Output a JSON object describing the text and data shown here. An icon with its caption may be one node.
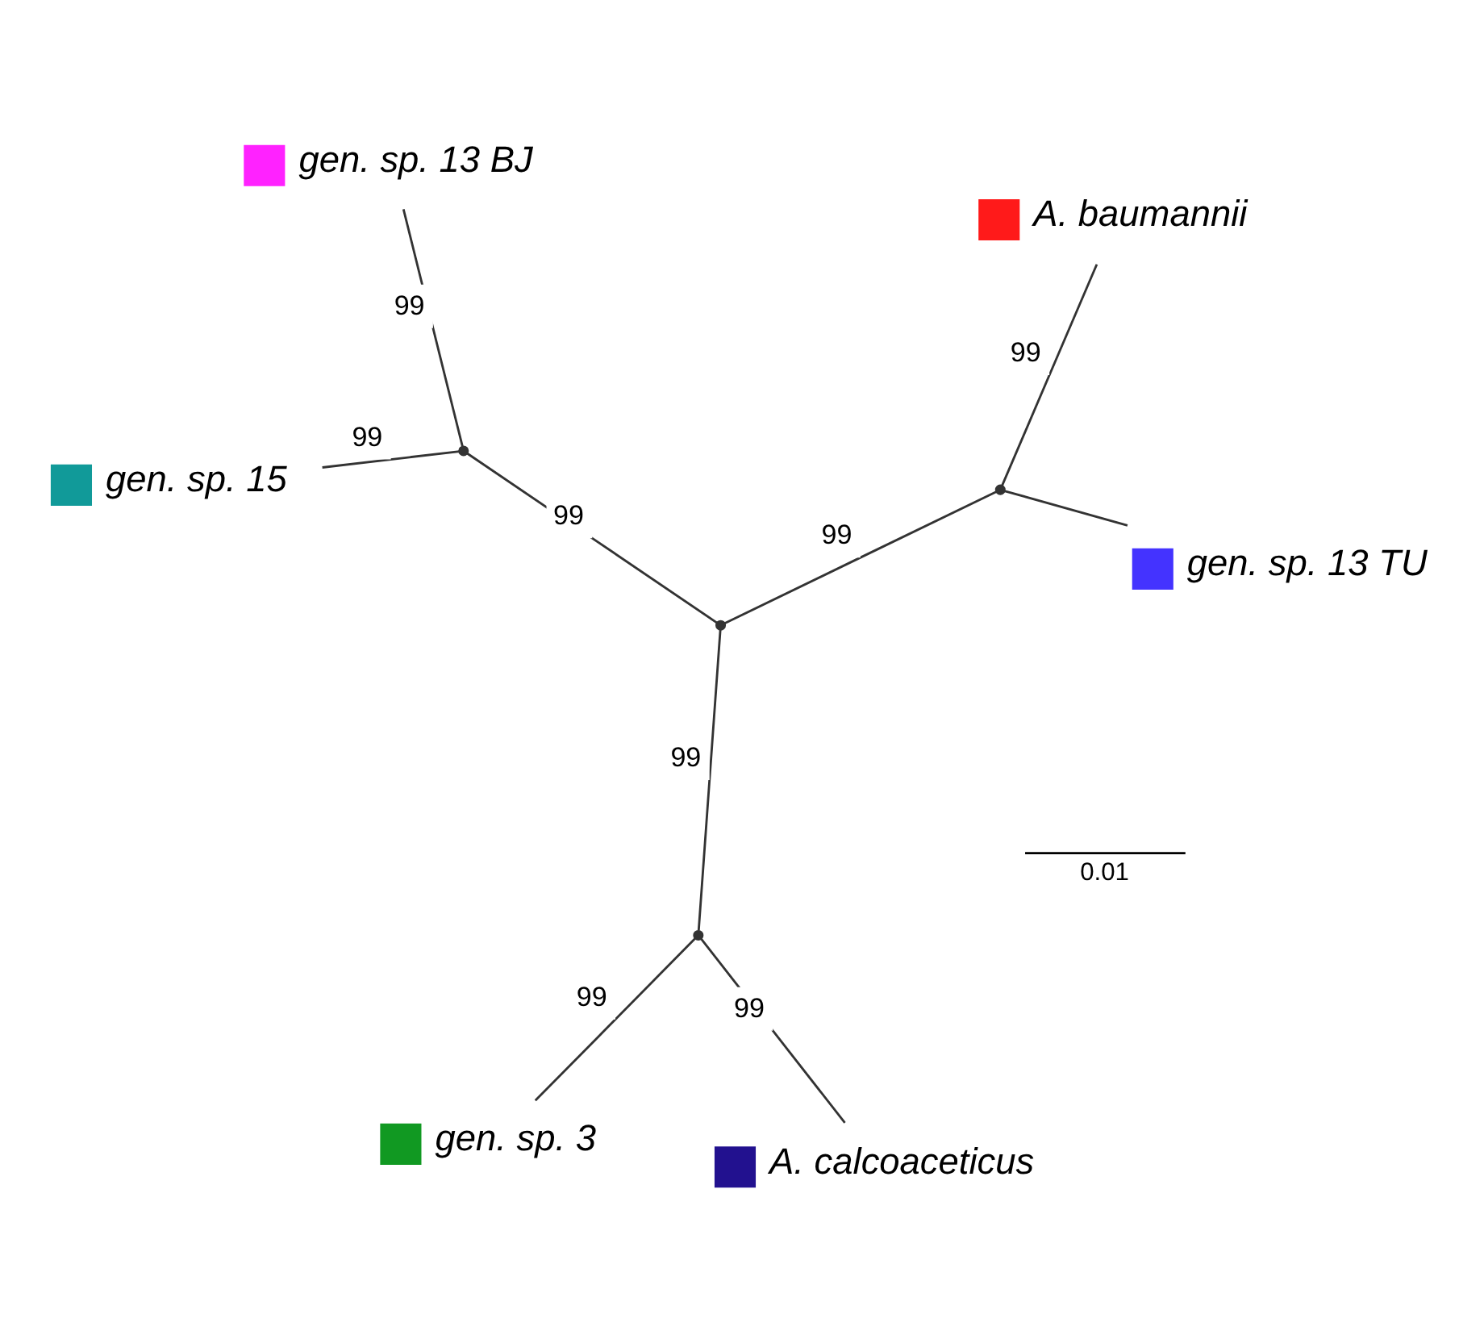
{
  "diagram": {
    "nodes": [
      {
        "text": [
          "A. baumannii"
        ]
      },
      {
        "text": [],
        "shape": "point"
      },
      {
        "text": [
          "gen. sp. 13 TU"
        ]
      },
      {
        "text": [],
        "shape": "point"
      },
      {
        "text": [],
        "shape": "point"
      },
      {
        "text": [
          "gen. sp. 3"
        ]
      },
      {
        "text": [
          "A. calcoaceticus"
        ]
      },
      {
        "text": [],
        "shape": "point"
      },
      {
        "text": [
          "gen. sp. 15"
        ]
      },
      {
        "text": [
          "gen. sp. 13 BJ"
        ]
      }
    ],
    "edges": [
      {
        "from": 1,
        "to": 0,
        "arrow": "none",
        "label": "99"
      },
      {
        "from": 1,
        "to": 2,
        "arrow": "none"
      },
      {
        "from": 3,
        "to": 1,
        "arrow": "none",
        "label": "99"
      },
      {
        "from": 3,
        "to": 4,
        "arrow": "none",
        "label": "99"
      },
      {
        "from": 4,
        "to": 5,
        "arrow": "none",
        "label": "99"
      },
      {
        "from": 4,
        "to": 6,
        "arrow": "none",
        "label": "99"
      },
      {
        "from": 3,
        "to": 7,
        "arrow": "none",
        "label": "99"
      },
      {
        "from": 7,
        "to": 8,
        "arrow": "none",
        "label": "99"
      },
      {
        "from": 7,
        "to": 9,
        "arrow": "none",
        "label": "99"
      }
    ],
    "labels": [
      "0.01"
    ]
  }
}
